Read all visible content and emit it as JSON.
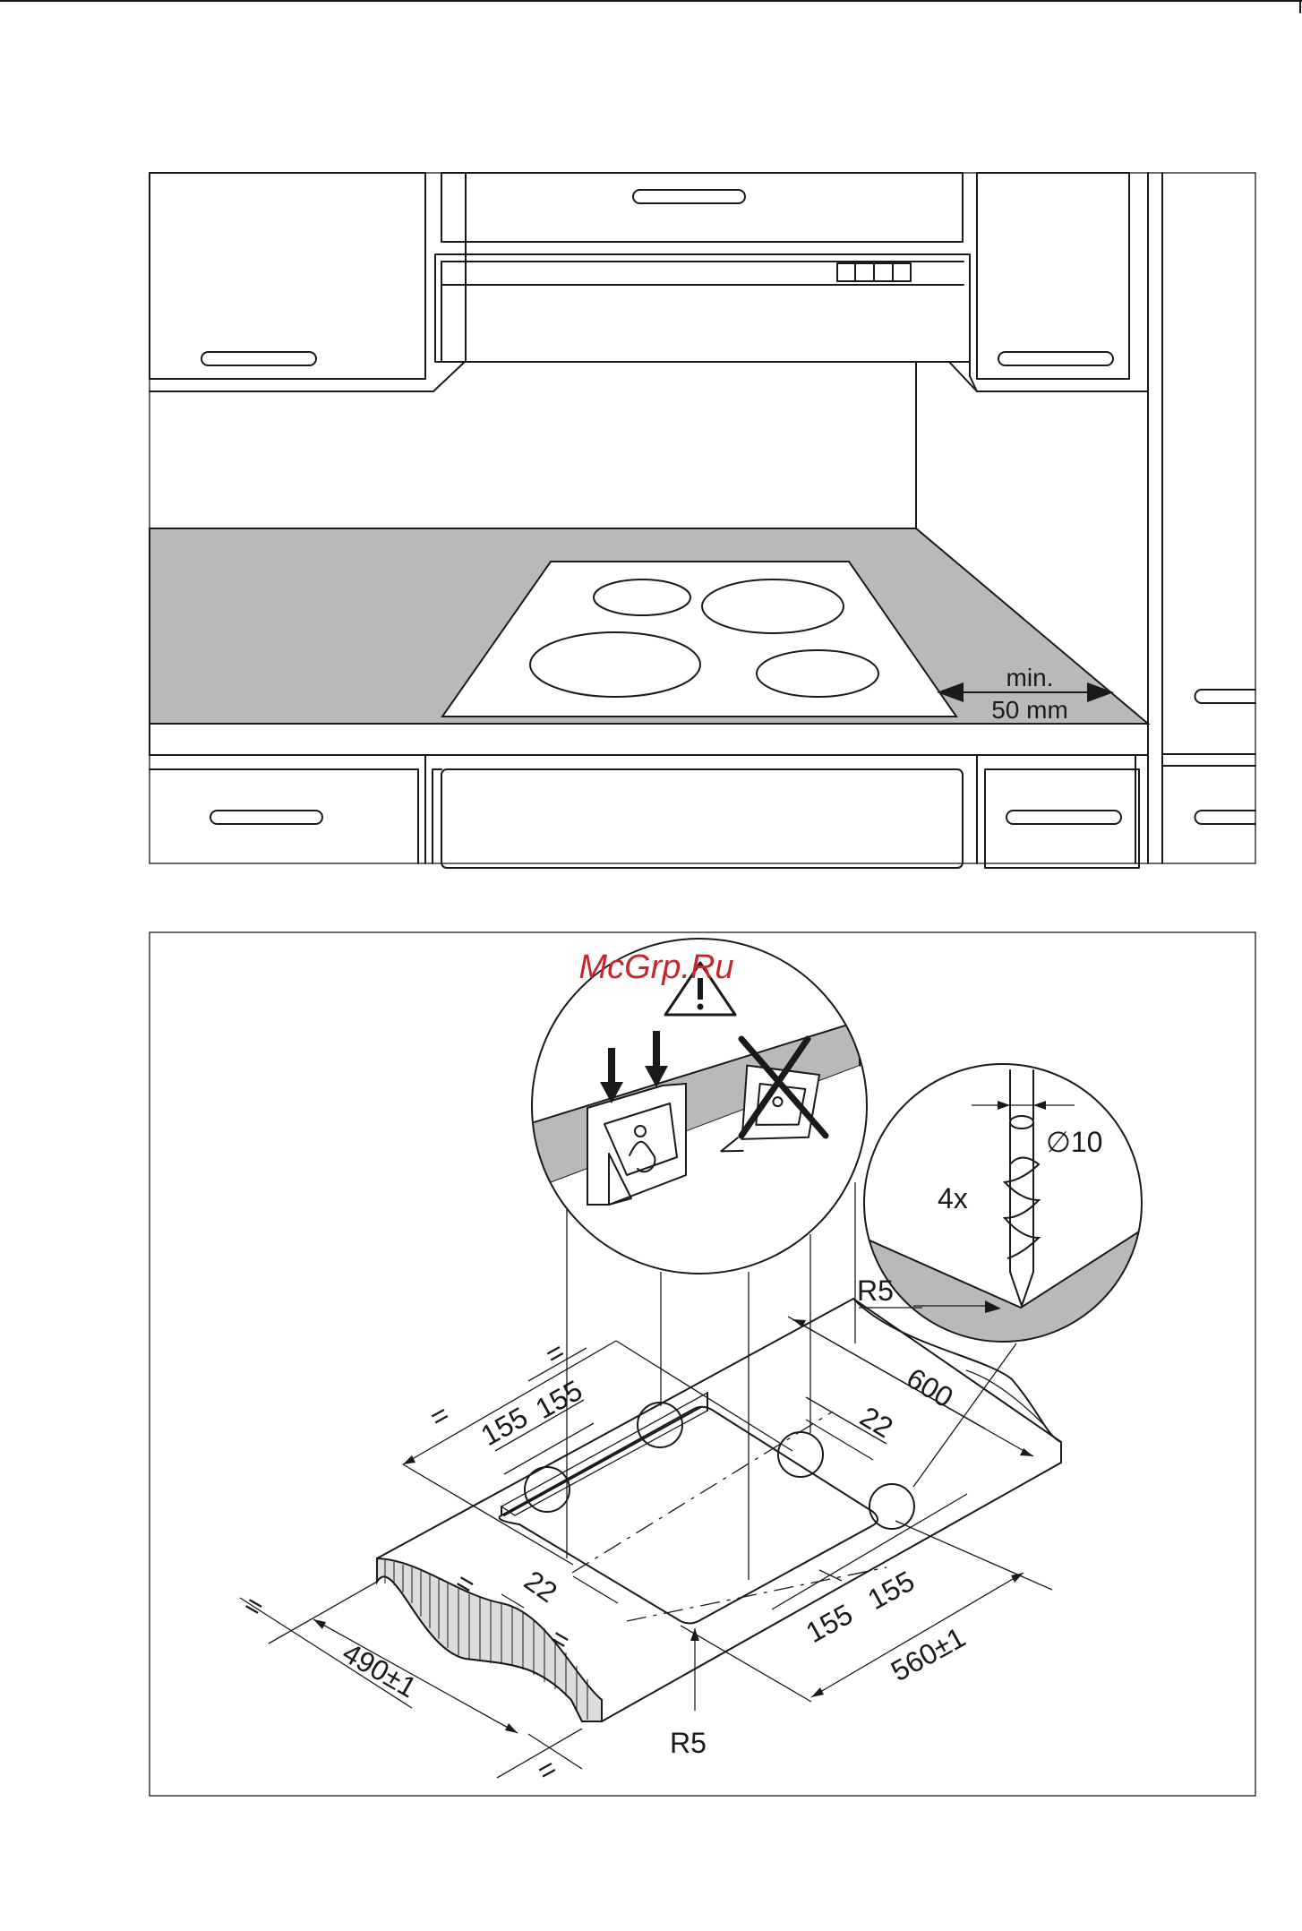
{
  "kitchen": {
    "clearance_label": "min.",
    "clearance_value": "50 mm"
  },
  "cutout": {
    "watermark": "McGrp.Ru",
    "screw_count": "4x",
    "screw_diameter": "∅10",
    "radius_top": "R5",
    "radius_bottom": "R5",
    "depth": "600",
    "edge_dist_right": "22",
    "edge_dist_left": "22",
    "clip_spacing_top_1": "155",
    "clip_spacing_top_2": "155",
    "clip_spacing_bottom_1": "155",
    "clip_spacing_bottom_2": "155",
    "cutout_width": "560±1",
    "cutout_depth": "490±1",
    "equal_sign": "="
  },
  "colors": {
    "worktop": "#b9b9b9",
    "watermark": "#c8262d",
    "line": "#1a1a1a"
  },
  "icons": [
    "warning-icon",
    "press-down-arrow-icon",
    "wrong-cross-icon",
    "screw-icon"
  ]
}
